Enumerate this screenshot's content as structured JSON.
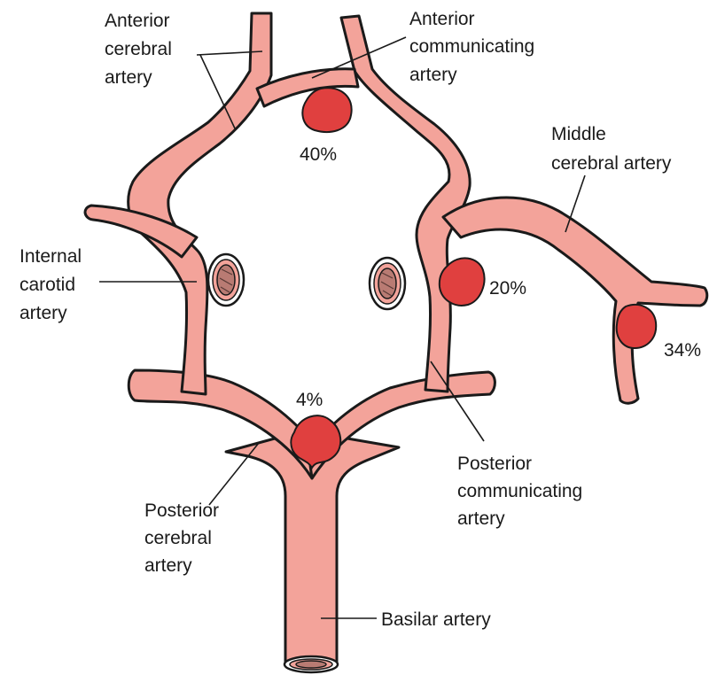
{
  "labels": {
    "anterior_cerebral": [
      "Anterior",
      "cerebral",
      "artery"
    ],
    "anterior_communicating": [
      "Anterior",
      "communicating",
      "artery"
    ],
    "middle_cerebral": [
      "Middle",
      "cerebral artery"
    ],
    "internal_carotid": [
      "Internal",
      "carotid",
      "artery"
    ],
    "posterior_communicating": [
      "Posterior",
      "communicating",
      "artery"
    ],
    "posterior_cerebral": [
      "Posterior",
      "cerebral",
      "artery"
    ],
    "basilar": [
      "Basilar artery"
    ]
  },
  "aneurysm_percentages": {
    "anterior_communicating": "40%",
    "posterior_communicating": "20%",
    "middle_cerebral": "34%",
    "basilar_tip": "4%"
  },
  "colors": {
    "vessel": "#f3a39a",
    "aneurysm": "#e0403f",
    "outline": "#1a1a1a"
  }
}
